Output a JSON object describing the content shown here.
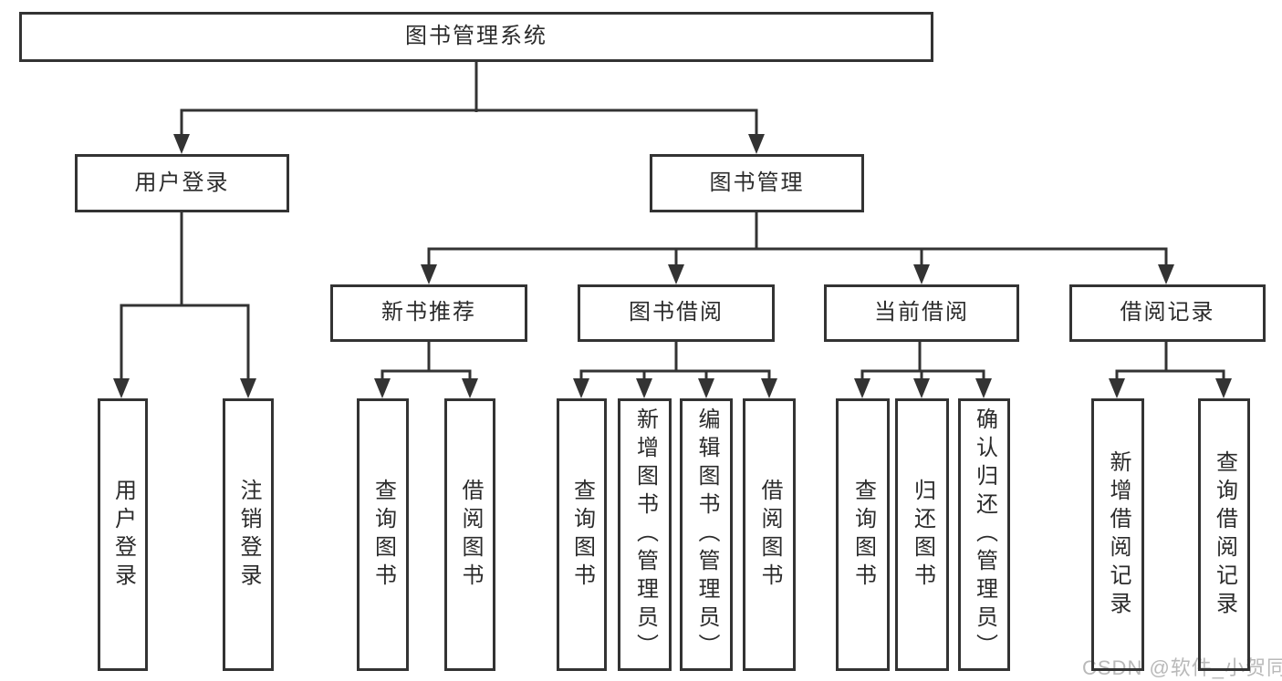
{
  "diagram": {
    "root": {
      "label": "图书管理系统"
    },
    "level2": [
      {
        "label": "用户登录"
      },
      {
        "label": "图书管理"
      }
    ],
    "level3": [
      {
        "label": "新书推荐",
        "parent": "图书管理"
      },
      {
        "label": "图书借阅",
        "parent": "图书管理"
      },
      {
        "label": "当前借阅",
        "parent": "图书管理"
      },
      {
        "label": "借阅记录",
        "parent": "图书管理"
      }
    ],
    "leaves": [
      {
        "label": "用户登录",
        "parent": "用户登录"
      },
      {
        "label": "注销登录",
        "parent": "用户登录"
      },
      {
        "label": "查询图书",
        "parent": "新书推荐"
      },
      {
        "label": "借阅图书",
        "parent": "新书推荐"
      },
      {
        "label": "查询图书",
        "parent": "图书借阅"
      },
      {
        "label": "新增图书（管理员）",
        "parent": "图书借阅"
      },
      {
        "label": "编辑图书（管理员）",
        "parent": "图书借阅"
      },
      {
        "label": "借阅图书",
        "parent": "图书借阅"
      },
      {
        "label": "查询图书",
        "parent": "当前借阅"
      },
      {
        "label": "归还图书",
        "parent": "当前借阅"
      },
      {
        "label": "确认归还（管理员）",
        "parent": "当前借阅"
      },
      {
        "label": "新增借阅记录",
        "parent": "借阅记录"
      },
      {
        "label": "查询借阅记录",
        "parent": "借阅记录"
      }
    ]
  },
  "watermark": {
    "text": "CSDN @软件_小贺同学",
    "color": "#b9b9b9"
  },
  "colors": {
    "line": "#333333",
    "box_border": "#333333",
    "text": "#2b2b2b",
    "background": "#ffffff"
  }
}
